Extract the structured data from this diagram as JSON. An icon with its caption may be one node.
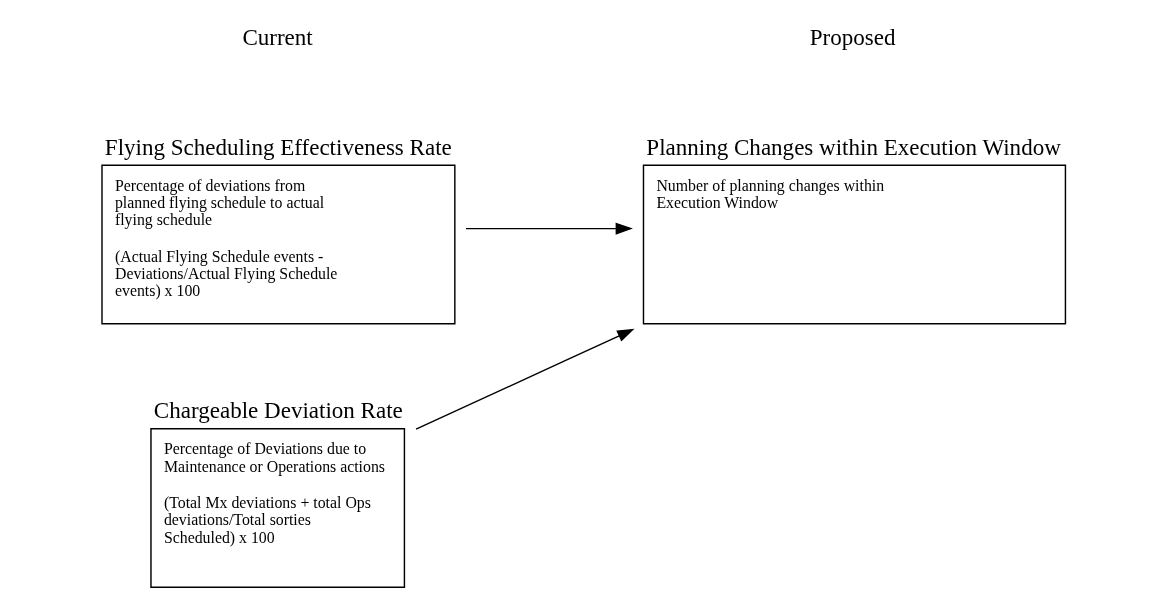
{
  "diagram": {
    "nodes": [
      {
        "text": [
          "Flying Scheduling Effectiveness Rate",
          "Percentage of deviations from planned flying schedule to actual flying schedule",
          "(Actual Flying Schedule events - Deviations/Actual Flying Schedule events) x 100"
        ]
      },
      {
        "text": [
          "Planning Changes within Execution Window",
          "Number of planning changes within Execution Window"
        ]
      },
      {
        "text": [
          "Chargeable Deviation Rate",
          "Percentage of Deviations due to Maintenance or Operations actions",
          "(Total Mx deviations + total Ops deviations/Total sorties Scheduled) x 100"
        ]
      }
    ],
    "edges": [
      {
        "from": 0,
        "to": 1,
        "arrow": "to"
      },
      {
        "from": 2,
        "to": 1,
        "arrow": "to"
      }
    ],
    "labels": [
      "Current",
      "Proposed"
    ]
  }
}
